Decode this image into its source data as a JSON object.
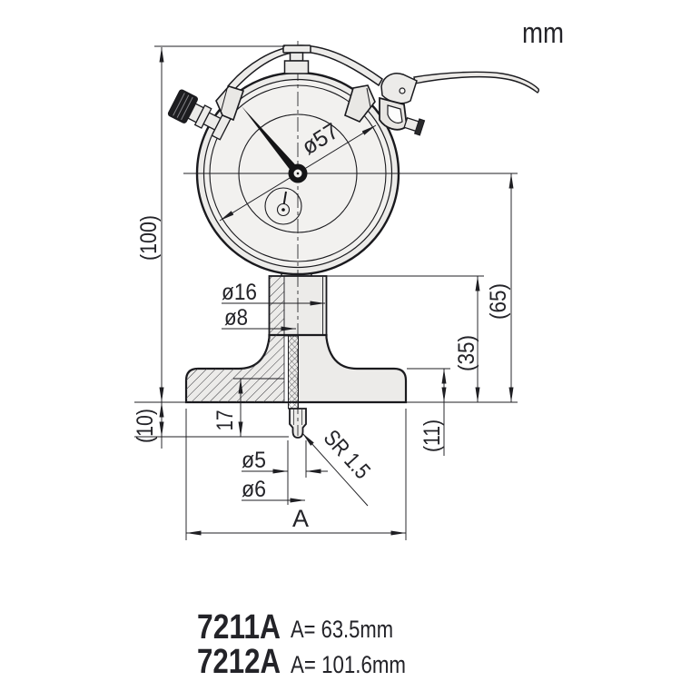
{
  "unit": "mm",
  "figure": {
    "dial_diameter": "ø57",
    "overall_height": "(100)",
    "stem_diameter": "ø16",
    "spindle_diameter": "ø8",
    "dial_center_to_base": "(65)",
    "stem_top_to_base": "(35)",
    "base_edge_height": "(11)",
    "point_protrusion": "(10)",
    "point_length": "17",
    "point_diameter_small": "ø5",
    "point_diameter_large": "ø6",
    "point_tip_radius": "SR 1.5",
    "base_width_label": "A"
  },
  "models": [
    {
      "code": "7211A",
      "spec": "A= 63.5mm"
    },
    {
      "code": "7212A",
      "spec": "A= 101.6mm"
    }
  ]
}
